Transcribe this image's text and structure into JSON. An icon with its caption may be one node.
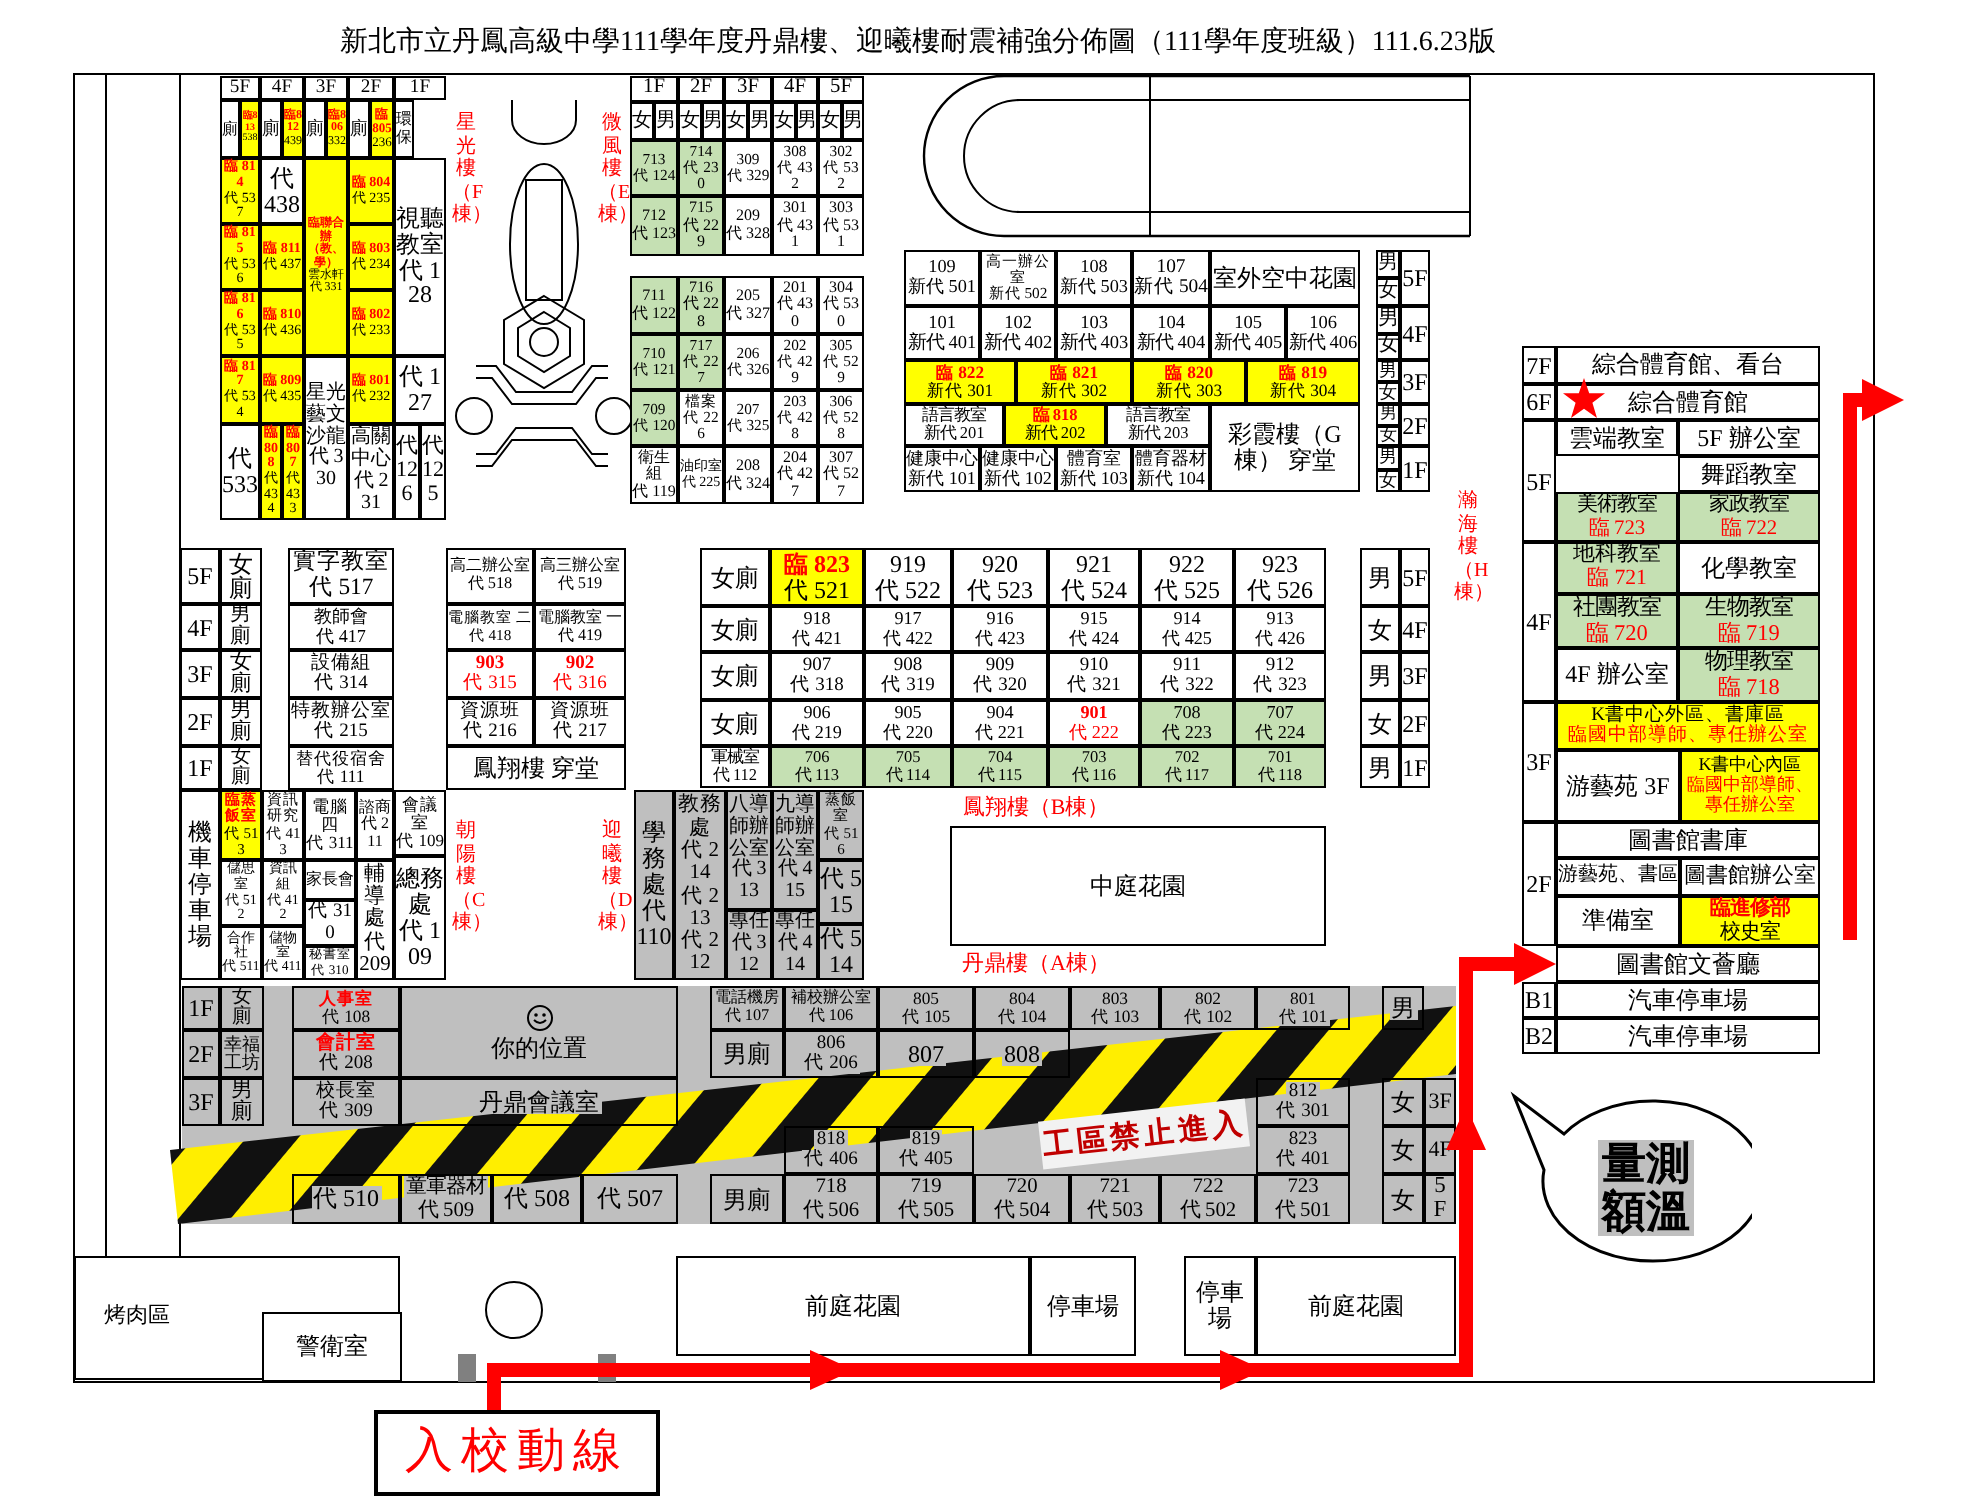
{
  "diagram": {
    "title": "新北市立丹鳳高級中學111學年度丹鼎樓、迎曦樓耐震補強分佈圖（111學年度班級）111.6.23版",
    "nodes": [
      {
        "text": [
          "5F"
        ]
      },
      {
        "text": [
          "4F"
        ]
      },
      {
        "text": [
          "3F"
        ]
      },
      {
        "text": [
          "2F"
        ]
      },
      {
        "text": [
          "1F"
        ]
      },
      {
        "text": [
          "廁"
        ]
      },
      {
        "text": [
          "臨813",
          "538"
        ]
      },
      {
        "text": [
          "廁"
        ]
      },
      {
        "text": [
          "臨812",
          "439"
        ]
      },
      {
        "text": [
          "廁"
        ]
      },
      {
        "text": [
          "臨806",
          "332"
        ]
      },
      {
        "text": [
          "廁"
        ]
      },
      {
        "text": [
          "臨805",
          "236"
        ]
      },
      {
        "text": [
          "環保"
        ]
      },
      {
        "text": [
          "臨 814",
          "代 537"
        ]
      },
      {
        "text": [
          "代 438"
        ]
      },
      {
        "text": [
          "臨聯合辦（教、學）",
          "雲水軒",
          "代 331"
        ]
      },
      {
        "text": [
          "臨 804",
          "代 235"
        ]
      },
      {
        "text": [
          "視聽教室",
          "代 128"
        ]
      },
      {
        "text": [
          "臨 815",
          "代 536"
        ]
      },
      {
        "text": [
          "臨 811",
          "代 437"
        ]
      },
      {
        "text": [
          "臨 803",
          "代 234"
        ]
      },
      {
        "text": [
          "臨 816",
          "代 535"
        ]
      },
      {
        "text": [
          "臨 810",
          "代 436"
        ]
      },
      {
        "text": [
          "臨 802",
          "代 233"
        ]
      },
      {
        "text": [
          "臨 817",
          "代 534"
        ]
      },
      {
        "text": [
          "臨 809",
          "代 435"
        ]
      },
      {
        "text": [
          "星光藝文沙龍",
          "代 330"
        ]
      },
      {
        "text": [
          "臨 801",
          "代 232"
        ]
      },
      {
        "text": [
          "代 127"
        ]
      },
      {
        "text": [
          "代 533"
        ]
      },
      {
        "text": [
          "臨 808",
          "代 434"
        ]
      },
      {
        "text": [
          "臨 807",
          "代 433"
        ]
      },
      {
        "text": [
          "高關中心",
          "代 231"
        ]
      },
      {
        "text": [
          "代 126"
        ]
      },
      {
        "text": [
          "代 125"
        ]
      },
      {
        "text": [
          "1F"
        ]
      },
      {
        "text": [
          "2F"
        ]
      },
      {
        "text": [
          "3F"
        ]
      },
      {
        "text": [
          "4F"
        ]
      },
      {
        "text": [
          "5F"
        ]
      },
      {
        "text": [
          "女"
        ]
      },
      {
        "text": [
          "男"
        ]
      },
      {
        "text": [
          "女"
        ]
      },
      {
        "text": [
          "男"
        ]
      },
      {
        "text": [
          "女"
        ]
      },
      {
        "text": [
          "男"
        ]
      },
      {
        "text": [
          "女"
        ]
      },
      {
        "text": [
          "男"
        ]
      },
      {
        "text": [
          "女"
        ]
      },
      {
        "text": [
          "男"
        ]
      },
      {
        "text": [
          "713",
          "代 124"
        ]
      },
      {
        "text": [
          "714",
          "代 230"
        ]
      },
      {
        "text": [
          "309",
          "代 329"
        ]
      },
      {
        "text": [
          "308",
          "代 432"
        ]
      },
      {
        "text": [
          "302",
          "代 532"
        ]
      },
      {
        "text": [
          "712",
          "代 123"
        ]
      },
      {
        "text": [
          "715",
          "代 229"
        ]
      },
      {
        "text": [
          "209",
          "代 328"
        ]
      },
      {
        "text": [
          "301",
          "代 431"
        ]
      },
      {
        "text": [
          "303",
          "代 531"
        ]
      },
      {
        "text": [
          "711",
          "代 122"
        ]
      },
      {
        "text": [
          "716",
          "代 228"
        ]
      },
      {
        "text": [
          "205",
          "代 327"
        ]
      },
      {
        "text": [
          "201",
          "代 430"
        ]
      },
      {
        "text": [
          "304",
          "代 530"
        ]
      },
      {
        "text": [
          "710",
          "代 121"
        ]
      },
      {
        "text": [
          "717",
          "代 227"
        ]
      },
      {
        "text": [
          "206",
          "代 326"
        ]
      },
      {
        "text": [
          "202",
          "代 429"
        ]
      },
      {
        "text": [
          "305",
          "代 529"
        ]
      },
      {
        "text": [
          "709",
          "代 120"
        ]
      },
      {
        "text": [
          "檔案",
          "代 226"
        ]
      },
      {
        "text": [
          "207",
          "代 325"
        ]
      },
      {
        "text": [
          "203",
          "代 428"
        ]
      },
      {
        "text": [
          "306",
          "代 528"
        ]
      },
      {
        "text": [
          "衛生組",
          "代 119"
        ]
      },
      {
        "text": [
          "油印室",
          "代 225"
        ]
      },
      {
        "text": [
          "208",
          "代 324"
        ]
      },
      {
        "text": [
          "204",
          "代 427"
        ]
      },
      {
        "text": [
          "307",
          "代 527"
        ]
      },
      {
        "text": [
          "109",
          "新代 501"
        ]
      },
      {
        "text": [
          "高一辦公室",
          "新代 502"
        ]
      },
      {
        "text": [
          "108",
          "新代 503"
        ]
      },
      {
        "text": [
          "107",
          "新代 504"
        ]
      },
      {
        "text": [
          "室外空中花園"
        ]
      },
      {
        "text": [
          "101",
          "新代 401"
        ]
      },
      {
        "text": [
          "102",
          "新代 402"
        ]
      },
      {
        "text": [
          "103",
          "新代 403"
        ]
      },
      {
        "text": [
          "104",
          "新代 404"
        ]
      },
      {
        "text": [
          "105",
          "新代 405"
        ]
      },
      {
        "text": [
          "106",
          "新代 406"
        ]
      },
      {
        "text": [
          "臨 822",
          "新代 301"
        ]
      },
      {
        "text": [
          "臨 821",
          "新代 302"
        ]
      },
      {
        "text": [
          "臨 820",
          "新代 303"
        ]
      },
      {
        "text": [
          "臨 819",
          "新代 304"
        ]
      },
      {
        "text": [
          "語言教室",
          "新代 201"
        ]
      },
      {
        "text": [
          "臨 818",
          "新代 202"
        ]
      },
      {
        "text": [
          "語言教室",
          "新代 203"
        ]
      },
      {
        "text": [
          "彩霞樓（G棟） 穿堂"
        ]
      },
      {
        "text": [
          "健康中心",
          "新代 101"
        ]
      },
      {
        "text": [
          "健康中心",
          "新代 102"
        ]
      },
      {
        "text": [
          "體育室",
          "新代 103"
        ]
      },
      {
        "text": [
          "體育器材",
          "新代 104"
        ]
      },
      {
        "text": [
          "男"
        ]
      },
      {
        "text": [
          "女"
        ]
      },
      {
        "text": [
          "男"
        ]
      },
      {
        "text": [
          "女"
        ]
      },
      {
        "text": [
          "男"
        ]
      },
      {
        "text": [
          "女"
        ]
      },
      {
        "text": [
          "男"
        ]
      },
      {
        "text": [
          "女"
        ]
      },
      {
        "text": [
          "男"
        ]
      },
      {
        "text": [
          "女"
        ]
      },
      {
        "text": [
          "5F"
        ]
      },
      {
        "text": [
          "4F"
        ]
      },
      {
        "text": [
          "3F"
        ]
      },
      {
        "text": [
          "2F"
        ]
      },
      {
        "text": [
          "1F"
        ]
      },
      {
        "text": [
          "7F"
        ]
      },
      {
        "text": [
          "6F"
        ]
      },
      {
        "text": [
          "5F"
        ]
      },
      {
        "text": [
          "4F"
        ]
      },
      {
        "text": [
          "3F"
        ]
      },
      {
        "text": [
          "2F"
        ]
      },
      {
        "text": [
          "B1"
        ]
      },
      {
        "text": [
          "B2"
        ]
      },
      {
        "text": [
          "綜合體育館、看台"
        ]
      },
      {
        "text": [
          "綜合體育館"
        ]
      },
      {
        "text": [
          "雲端教室"
        ]
      },
      {
        "text": [
          "5F 辦公室"
        ]
      },
      {
        "text": [
          "舞蹈教室"
        ]
      },
      {
        "text": [
          "美術教室",
          "臨 723"
        ]
      },
      {
        "text": [
          "家政教室",
          "臨 722"
        ]
      },
      {
        "text": [
          "地科教室",
          "臨 721"
        ]
      },
      {
        "text": [
          "化學教室"
        ]
      },
      {
        "text": [
          "社團教室",
          "臨 720"
        ]
      },
      {
        "text": [
          "生物教室",
          "臨 719"
        ]
      },
      {
        "text": [
          "4F 辦公室"
        ]
      },
      {
        "text": [
          "物理教室",
          "臨 718"
        ]
      },
      {
        "text": [
          "K書中心外區、書庫區",
          "臨國中部導師、專任辦公室"
        ]
      },
      {
        "text": [
          "游藝苑 3F"
        ]
      },
      {
        "text": [
          "K書中心內區",
          "臨國中部導師、專任辦公室"
        ]
      },
      {
        "text": [
          "圖書館書庫"
        ]
      },
      {
        "text": [
          "游藝苑、書區"
        ]
      },
      {
        "text": [
          "圖書館辦公室"
        ]
      },
      {
        "text": [
          "準備室"
        ]
      },
      {
        "text": [
          "臨進修部",
          "校史室"
        ]
      },
      {
        "text": [
          "圖書館文薈廳"
        ]
      },
      {
        "text": [
          "汽車停車場"
        ]
      },
      {
        "text": [
          "汽車停車場"
        ]
      },
      {
        "text": [
          "5F"
        ]
      },
      {
        "text": [
          "4F"
        ]
      },
      {
        "text": [
          "3F"
        ]
      },
      {
        "text": [
          "2F"
        ]
      },
      {
        "text": [
          "1F"
        ]
      },
      {
        "text": [
          "女廁"
        ]
      },
      {
        "text": [
          "男廁"
        ]
      },
      {
        "text": [
          "女廁"
        ]
      },
      {
        "text": [
          "男廁"
        ]
      },
      {
        "text": [
          "女廁"
        ]
      },
      {
        "text": [
          "實字教室",
          "代 517"
        ]
      },
      {
        "text": [
          "教師會",
          "代 417"
        ]
      },
      {
        "text": [
          "設備組",
          "代 314"
        ]
      },
      {
        "text": [
          "特教辦公室",
          "代 215"
        ]
      },
      {
        "text": [
          "替代役宿舍",
          "代 111"
        ]
      },
      {
        "text": [
          "高二辦公室",
          "代 518"
        ]
      },
      {
        "text": [
          "高三辦公室",
          "代 519"
        ]
      },
      {
        "text": [
          "電腦教室 二",
          "代 418"
        ]
      },
      {
        "text": [
          "電腦教室 一",
          "代 419"
        ]
      },
      {
        "text": [
          "903",
          "代 315"
        ]
      },
      {
        "text": [
          "902",
          "代 316"
        ]
      },
      {
        "text": [
          "資源班",
          "代 216"
        ]
      },
      {
        "text": [
          "資源班",
          "代 217"
        ]
      },
      {
        "text": [
          "鳳翔樓 穿堂"
        ]
      },
      {
        "text": [
          "女廁"
        ]
      },
      {
        "text": [
          "臨 823",
          "代 521"
        ]
      },
      {
        "text": [
          "919",
          "代 522"
        ]
      },
      {
        "text": [
          "920",
          "代 523"
        ]
      },
      {
        "text": [
          "921",
          "代 524"
        ]
      },
      {
        "text": [
          "922",
          "代 525"
        ]
      },
      {
        "text": [
          "923",
          "代 526"
        ]
      },
      {
        "text": [
          "男"
        ]
      },
      {
        "text": [
          "5F"
        ]
      },
      {
        "text": [
          "女廁"
        ]
      },
      {
        "text": [
          "918",
          "代 421"
        ]
      },
      {
        "text": [
          "917",
          "代 422"
        ]
      },
      {
        "text": [
          "916",
          "代 423"
        ]
      },
      {
        "text": [
          "915",
          "代 424"
        ]
      },
      {
        "text": [
          "914",
          "代 425"
        ]
      },
      {
        "text": [
          "913",
          "代 426"
        ]
      },
      {
        "text": [
          "女"
        ]
      },
      {
        "text": [
          "4F"
        ]
      },
      {
        "text": [
          "女廁"
        ]
      },
      {
        "text": [
          "907",
          "代 318"
        ]
      },
      {
        "text": [
          "908",
          "代 319"
        ]
      },
      {
        "text": [
          "909",
          "代 320"
        ]
      },
      {
        "text": [
          "910",
          "代 321"
        ]
      },
      {
        "text": [
          "911",
          "代 322"
        ]
      },
      {
        "text": [
          "912",
          "代 323"
        ]
      },
      {
        "text": [
          "男"
        ]
      },
      {
        "text": [
          "3F"
        ]
      },
      {
        "text": [
          "女廁"
        ]
      },
      {
        "text": [
          "906",
          "代 219"
        ]
      },
      {
        "text": [
          "905",
          "代 220"
        ]
      },
      {
        "text": [
          "904",
          "代 221"
        ]
      },
      {
        "text": [
          "901",
          "代 222"
        ]
      },
      {
        "text": [
          "708",
          "代 223"
        ]
      },
      {
        "text": [
          "707",
          "代 224"
        ]
      },
      {
        "text": [
          "女"
        ]
      },
      {
        "text": [
          "2F"
        ]
      },
      {
        "text": [
          "軍械室",
          "代 112"
        ]
      },
      {
        "text": [
          "706",
          "代 113"
        ]
      },
      {
        "text": [
          "705",
          "代 114"
        ]
      },
      {
        "text": [
          "704",
          "代 115"
        ]
      },
      {
        "text": [
          "703",
          "代 116"
        ]
      },
      {
        "text": [
          "702",
          "代 117"
        ]
      },
      {
        "text": [
          "701",
          "代 118"
        ]
      },
      {
        "text": [
          "男"
        ]
      },
      {
        "text": [
          "1F"
        ]
      },
      {
        "text": [
          "機車停車場"
        ]
      },
      {
        "text": [
          "臨蒸飯室",
          "代 513"
        ]
      },
      {
        "text": [
          "資訊研究",
          "代 413"
        ]
      },
      {
        "text": [
          "電腦四",
          "代 311"
        ]
      },
      {
        "text": [
          "諮商",
          "代 211"
        ]
      },
      {
        "text": [
          "會議室",
          "代 109"
        ]
      },
      {
        "text": [
          "儲思室",
          "代 512"
        ]
      },
      {
        "text": [
          "資訊組",
          "代 412"
        ]
      },
      {
        "text": [
          "家長會"
        ]
      },
      {
        "text": [
          "代 310"
        ]
      },
      {
        "text": [
          "秘書室",
          "代 310"
        ]
      },
      {
        "text": [
          "輔導處",
          "代 209"
        ]
      },
      {
        "text": [
          "總務處",
          "代 109"
        ]
      },
      {
        "text": [
          "合作社",
          "代 511"
        ]
      },
      {
        "text": [
          "儲物室",
          "代 411"
        ]
      },
      {
        "text": [
          "學務處",
          "代 110"
        ]
      },
      {
        "text": [
          "教務處",
          "代 214 代 213 代 212"
        ]
      },
      {
        "text": [
          "八導師辦公室",
          "代 313"
        ]
      },
      {
        "text": [
          "專任",
          "代 312"
        ]
      },
      {
        "text": [
          "九導師辦公室",
          "代 415"
        ]
      },
      {
        "text": [
          "專任",
          "代 414"
        ]
      },
      {
        "text": [
          "蒸飯室",
          "代 516"
        ]
      },
      {
        "text": [
          "代 515"
        ]
      },
      {
        "text": [
          "代 514"
        ]
      },
      {
        "text": [
          "中庭花園"
        ]
      },
      {
        "text": [
          "1F"
        ]
      },
      {
        "text": [
          "女廁"
        ]
      },
      {
        "text": [
          "人事室",
          "代 108"
        ]
      },
      {
        "text": [
          "你的位置"
        ]
      },
      {
        "text": [
          "2F"
        ]
      },
      {
        "text": [
          "幸福工坊"
        ]
      },
      {
        "text": [
          "會計室",
          "代 208"
        ]
      },
      {
        "text": [
          "3F"
        ]
      },
      {
        "text": [
          "男廁"
        ]
      },
      {
        "text": [
          "校長室",
          "代 309"
        ]
      },
      {
        "text": [
          "丹鼎會議室"
        ]
      },
      {
        "text": [
          "代 510"
        ]
      },
      {
        "text": [
          "童軍器材",
          "代 509"
        ]
      },
      {
        "text": [
          "代 508"
        ]
      },
      {
        "text": [
          "代 507"
        ]
      },
      {
        "text": [
          "電話機房",
          "代 107"
        ]
      },
      {
        "text": [
          "補校辦公室",
          "代 106"
        ]
      },
      {
        "text": [
          "805",
          "代 105"
        ]
      },
      {
        "text": [
          "804",
          "代 104"
        ]
      },
      {
        "text": [
          "803",
          "代 103"
        ]
      },
      {
        "text": [
          "802",
          "代 102"
        ]
      },
      {
        "text": [
          "801",
          "代 101"
        ]
      },
      {
        "text": [
          "男"
        ]
      },
      {
        "text": [
          "男廁"
        ]
      },
      {
        "text": [
          "806",
          "代 206"
        ]
      },
      {
        "text": [
          "807"
        ]
      },
      {
        "text": [
          "808"
        ]
      },
      {
        "text": [
          "812",
          "代 301"
        ]
      },
      {
        "text": [
          "女"
        ]
      },
      {
        "text": [
          "3F"
        ]
      },
      {
        "text": [
          "818",
          "代 406"
        ]
      },
      {
        "text": [
          "819",
          "代 405"
        ]
      },
      {
        "text": [
          "823",
          "代 401"
        ]
      },
      {
        "text": [
          "女"
        ]
      },
      {
        "text": [
          "4F"
        ]
      },
      {
        "text": [
          "男廁"
        ]
      },
      {
        "text": [
          "718",
          "代 506"
        ]
      },
      {
        "text": [
          "719",
          "代 505"
        ]
      },
      {
        "text": [
          "720",
          "代 504"
        ]
      },
      {
        "text": [
          "721",
          "代 503"
        ]
      },
      {
        "text": [
          "722",
          "代 502"
        ]
      },
      {
        "text": [
          "723",
          "代 501"
        ]
      },
      {
        "text": [
          "女"
        ]
      },
      {
        "text": [
          "5F"
        ]
      },
      {
        "text": [
          "烤肉區"
        ]
      },
      {
        "text": [
          "警衛室"
        ],
        "in": 289
      },
      {
        "text": [
          "前庭花園"
        ]
      },
      {
        "text": [
          "停車場"
        ]
      },
      {
        "text": [
          "停車場"
        ]
      },
      {
        "text": [
          "前庭花園"
        ]
      },
      {
        "text": [
          "入校動線"
        ]
      },
      {
        "text": [
          "量測額溫"
        ]
      }
    ],
    "edges": [
      {
        "from": 295,
        "to": 148,
        "arrow": "to"
      },
      {
        "from": null,
        "to": 128,
        "arrow": "to"
      }
    ],
    "labels": [
      "星光樓（F棟）",
      "微風樓（E棟）",
      "瀚海樓（H棟）",
      "朝陽樓（C棟）",
      "迎曦樓（D棟）",
      "鳳翔樓（B棟）",
      "丹鼎樓（A棟）",
      "工區禁止進入"
    ]
  }
}
